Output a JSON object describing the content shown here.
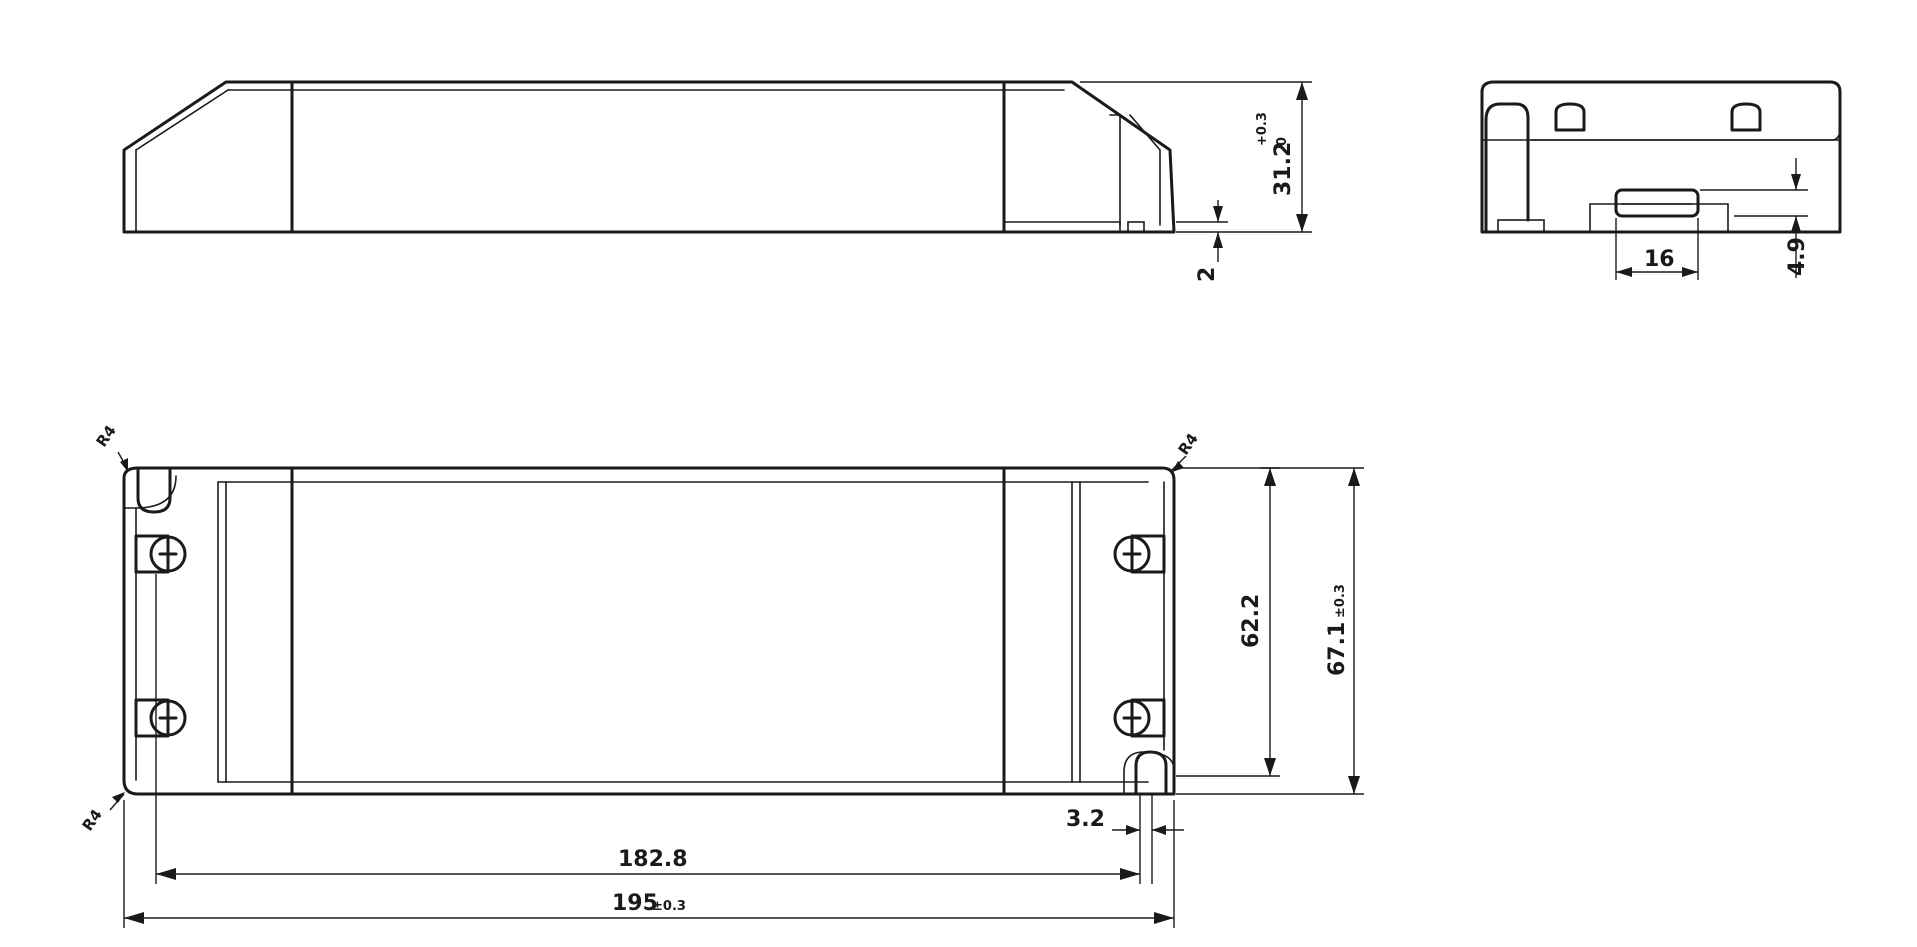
{
  "dimensions": {
    "side_height": "31.2",
    "side_height_tol_upper": "+0.3",
    "side_height_tol_lower": "0",
    "side_foot": "2",
    "end_width": "16",
    "end_height": "4.9",
    "inner_height": "62.2",
    "outer_height": "67.1",
    "outer_height_tol": "±0.3",
    "slot_width": "3.2",
    "hole_span": "182.8",
    "overall_length": "195",
    "overall_length_tol": "±0.3",
    "radius_tl": "R4",
    "radius_tr": "R4",
    "radius_bl": "R4"
  }
}
